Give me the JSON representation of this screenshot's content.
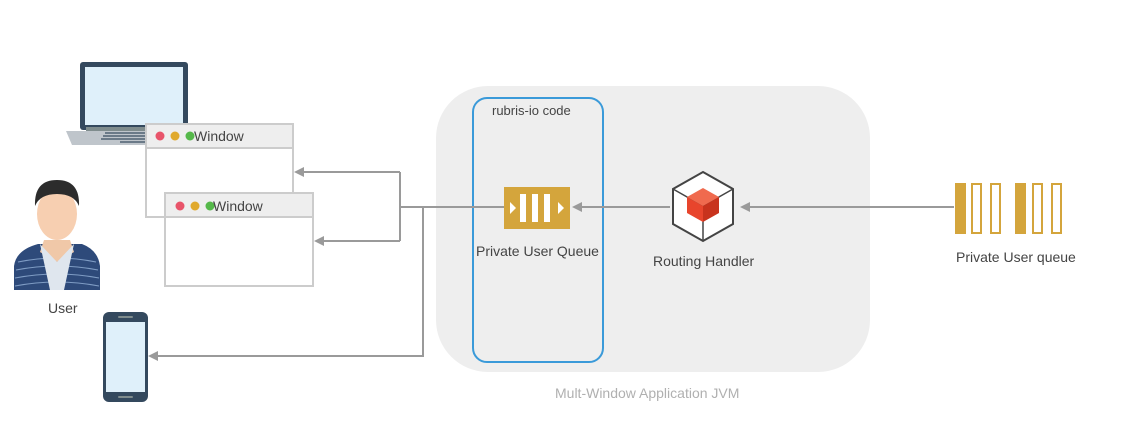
{
  "diagram": {
    "user_label": "User",
    "window_title_1": "Window",
    "window_title_2": "Window",
    "code_container_label": "rubris-io code",
    "queue_label": "Private User Queue",
    "router_label": "Routing Handler",
    "external_queue_label": "Private User queue",
    "jvm_label": "Mult-Window Application JVM"
  },
  "colors": {
    "jvm_background": "#eeeeee",
    "code_border": "#3a9ad9",
    "queue_gold": "#d4a53c",
    "arrow_gray": "#9a9a9a",
    "router_red": "#e8452c",
    "device_dark": "#34495e",
    "screen_blue": "#dff0fa",
    "window_red_dot": "#e8546a",
    "window_yellow_dot": "#e0a92c",
    "window_green_dot": "#55b84a"
  },
  "icons": {
    "laptop": "laptop-icon",
    "user": "user-avatar-icon",
    "phone": "smartphone-icon",
    "queue": "queue-icon",
    "router": "routing-cube-icon"
  }
}
